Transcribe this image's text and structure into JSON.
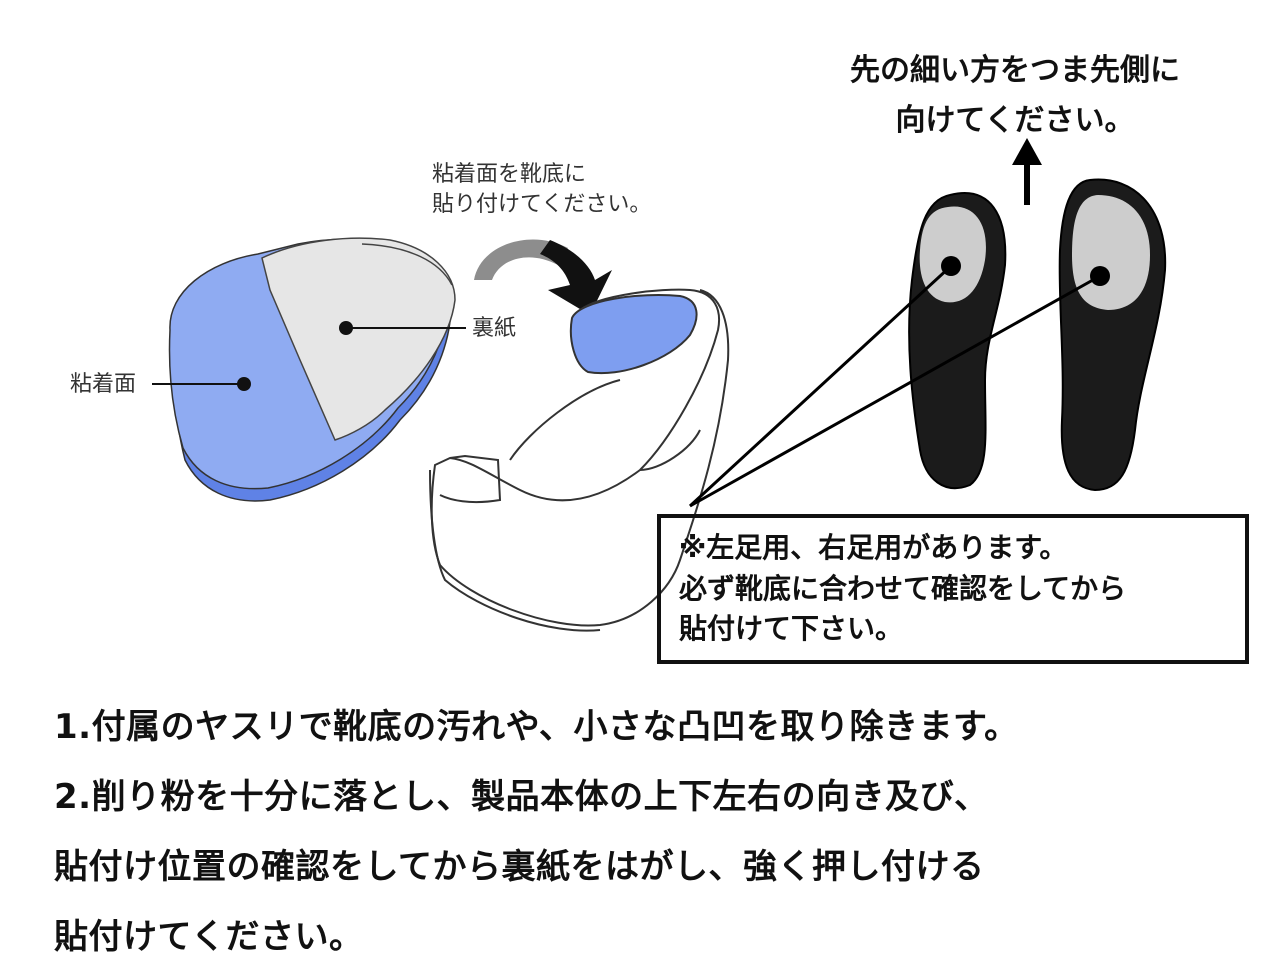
{
  "left_figure": {
    "adhesive_label": "粘着面",
    "backing_paper_label": "裏紙",
    "instruction_line1": "粘着面を靴底に",
    "instruction_line2": "貼り付けてください。"
  },
  "right_figure": {
    "orientation_line1": "先の細い方をつま先側に",
    "orientation_line2": "向けてください。",
    "notice_line1": "※左足用、右足用があります。",
    "notice_line2": "必ず靴底に合わせて確認をしてから",
    "notice_line3": "貼付けて下さい。"
  },
  "steps": [
    "1.付属のヤスリで靴底の汚れや、小さな凸凹を取り除きます。",
    "2.削り粉を十分に落とし、製品本体の上下左右の向き及び、",
    "貼付け位置の確認をしてから裏紙をはがし、強く押し付ける",
    "貼付けてください。"
  ],
  "colors": {
    "adhesive_blue": "#7f9ff0",
    "backing_gray": "#e4e4e4",
    "insole_black": "#1a1a1a",
    "heel_pad_gray": "#cdcdcd"
  }
}
